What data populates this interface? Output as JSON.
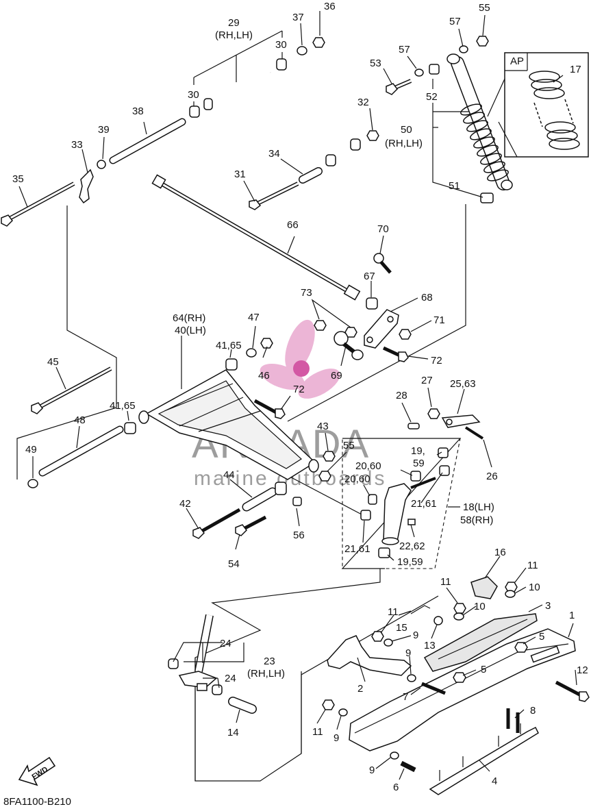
{
  "diagram": {
    "code": "8FA1100-B210",
    "fwd_label": "FWD",
    "ap_label": "AP",
    "watermark": {
      "brand": "ARMADA",
      "tagline": "marine outboards"
    },
    "callouts": [
      {
        "id": "c1",
        "text": "1"
      },
      {
        "id": "c2",
        "text": "2"
      },
      {
        "id": "c3",
        "text": "3"
      },
      {
        "id": "c4",
        "text": "4"
      },
      {
        "id": "c5a",
        "text": "5"
      },
      {
        "id": "c5b",
        "text": "5"
      },
      {
        "id": "c6",
        "text": "6"
      },
      {
        "id": "c7",
        "text": "7"
      },
      {
        "id": "c8",
        "text": "8"
      },
      {
        "id": "c9a",
        "text": "9"
      },
      {
        "id": "c9b",
        "text": "9"
      },
      {
        "id": "c9c",
        "text": "9"
      },
      {
        "id": "c9d",
        "text": "9"
      },
      {
        "id": "c10a",
        "text": "10"
      },
      {
        "id": "c10b",
        "text": "10"
      },
      {
        "id": "c11a",
        "text": "11"
      },
      {
        "id": "c11b",
        "text": "11"
      },
      {
        "id": "c11c",
        "text": "11"
      },
      {
        "id": "c11d",
        "text": "11"
      },
      {
        "id": "c12",
        "text": "12"
      },
      {
        "id": "c13",
        "text": "13"
      },
      {
        "id": "c14",
        "text": "14"
      },
      {
        "id": "c15",
        "text": "15"
      },
      {
        "id": "c16",
        "text": "16"
      },
      {
        "id": "c17",
        "text": "17"
      },
      {
        "id": "c18",
        "text": "18(LH)"
      },
      {
        "id": "c58",
        "text": "58(RH)"
      },
      {
        "id": "c1959a",
        "text": "19,"
      },
      {
        "id": "c1959a2",
        "text": "59"
      },
      {
        "id": "c1959b",
        "text": "19,59"
      },
      {
        "id": "c2060a",
        "text": "20,60"
      },
      {
        "id": "c2060b",
        "text": "20,60"
      },
      {
        "id": "c2161a",
        "text": "21,61"
      },
      {
        "id": "c2161b",
        "text": "21,61"
      },
      {
        "id": "c2262",
        "text": "22,62"
      },
      {
        "id": "c23",
        "text": "23"
      },
      {
        "id": "c23rl",
        "text": "(RH,LH)"
      },
      {
        "id": "c24a",
        "text": "24"
      },
      {
        "id": "c24b",
        "text": "24"
      },
      {
        "id": "c2563",
        "text": "25,63"
      },
      {
        "id": "c26",
        "text": "26"
      },
      {
        "id": "c27",
        "text": "27"
      },
      {
        "id": "c28",
        "text": "28"
      },
      {
        "id": "c29",
        "text": "29"
      },
      {
        "id": "c29rl",
        "text": "(RH,LH)"
      },
      {
        "id": "c30a",
        "text": "30"
      },
      {
        "id": "c30b",
        "text": "30"
      },
      {
        "id": "c31",
        "text": "31"
      },
      {
        "id": "c32",
        "text": "32"
      },
      {
        "id": "c33",
        "text": "33"
      },
      {
        "id": "c34",
        "text": "34"
      },
      {
        "id": "c35",
        "text": "35"
      },
      {
        "id": "c36",
        "text": "36"
      },
      {
        "id": "c37",
        "text": "37"
      },
      {
        "id": "c38",
        "text": "38"
      },
      {
        "id": "c39",
        "text": "39"
      },
      {
        "id": "c64",
        "text": "64(RH)"
      },
      {
        "id": "c40",
        "text": "40(LH)"
      },
      {
        "id": "c4165a",
        "text": "41,65"
      },
      {
        "id": "c4165b",
        "text": "41,65"
      },
      {
        "id": "c42",
        "text": "42"
      },
      {
        "id": "c43",
        "text": "43"
      },
      {
        "id": "c44",
        "text": "44"
      },
      {
        "id": "c45",
        "text": "45"
      },
      {
        "id": "c46",
        "text": "46"
      },
      {
        "id": "c47",
        "text": "47"
      },
      {
        "id": "c48",
        "text": "48"
      },
      {
        "id": "c49",
        "text": "49"
      },
      {
        "id": "c50",
        "text": "50"
      },
      {
        "id": "c50rl",
        "text": "(RH,LH)"
      },
      {
        "id": "c51",
        "text": "51"
      },
      {
        "id": "c52",
        "text": "52"
      },
      {
        "id": "c53",
        "text": "53"
      },
      {
        "id": "c54",
        "text": "54"
      },
      {
        "id": "c55a",
        "text": "55"
      },
      {
        "id": "c55b",
        "text": "55"
      },
      {
        "id": "c56",
        "text": "56"
      },
      {
        "id": "c57a",
        "text": "57"
      },
      {
        "id": "c57b",
        "text": "57"
      },
      {
        "id": "c66",
        "text": "66"
      },
      {
        "id": "c67",
        "text": "67"
      },
      {
        "id": "c68",
        "text": "68"
      },
      {
        "id": "c69",
        "text": "69"
      },
      {
        "id": "c70",
        "text": "70"
      },
      {
        "id": "c71",
        "text": "71"
      },
      {
        "id": "c72a",
        "text": "72"
      },
      {
        "id": "c72b",
        "text": "72"
      },
      {
        "id": "c73",
        "text": "73"
      }
    ]
  }
}
